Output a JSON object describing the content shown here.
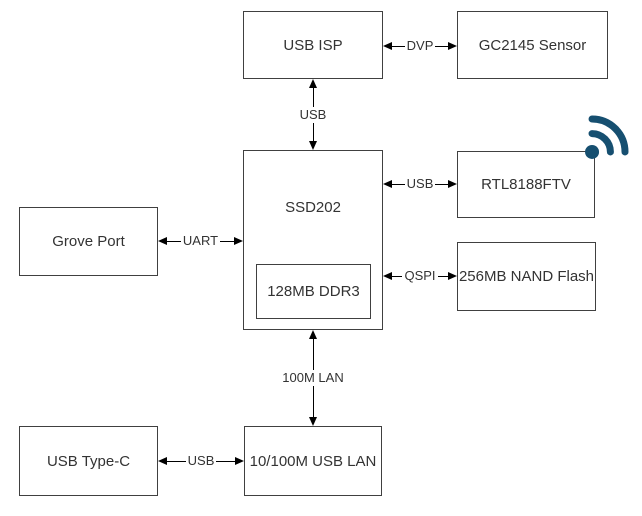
{
  "diagram": {
    "blocks": {
      "usb_isp": {
        "label": "USB ISP"
      },
      "gc2145_sensor": {
        "label": "GC2145 Sensor"
      },
      "ssd202": {
        "label": "SSD202"
      },
      "ddr3": {
        "label": "128MB DDR3"
      },
      "rtl8188ftv": {
        "label": "RTL8188FTV"
      },
      "nand_flash": {
        "label": "256MB NAND Flash"
      },
      "grove_port": {
        "label": "Grove Port"
      },
      "usb_type_c": {
        "label": "USB Type-C"
      },
      "usb_lan": {
        "label": "10/100M USB LAN"
      }
    },
    "connections": {
      "dvp": {
        "label": "DVP",
        "between": [
          "USB ISP",
          "GC2145 Sensor"
        ]
      },
      "usb_isp_link": {
        "label": "USB",
        "between": [
          "USB ISP",
          "SSD202"
        ]
      },
      "usb_wifi": {
        "label": "USB",
        "between": [
          "SSD202",
          "RTL8188FTV"
        ]
      },
      "uart": {
        "label": "UART",
        "between": [
          "Grove Port",
          "SSD202"
        ]
      },
      "qspi": {
        "label": "QSPI",
        "between": [
          "SSD202",
          "256MB NAND Flash"
        ]
      },
      "lan": {
        "label": "100M LAN",
        "between": [
          "SSD202",
          "10/100M USB LAN"
        ]
      },
      "usb_typec_link": {
        "label": "USB",
        "between": [
          "USB Type-C",
          "10/100M USB LAN"
        ]
      }
    },
    "icons": {
      "wifi": "wifi-icon"
    },
    "colors": {
      "wifi_icon": "#164f70",
      "box_border": "#404040",
      "arrow": "#000000",
      "text": "#333333",
      "background": "#ffffff"
    }
  }
}
